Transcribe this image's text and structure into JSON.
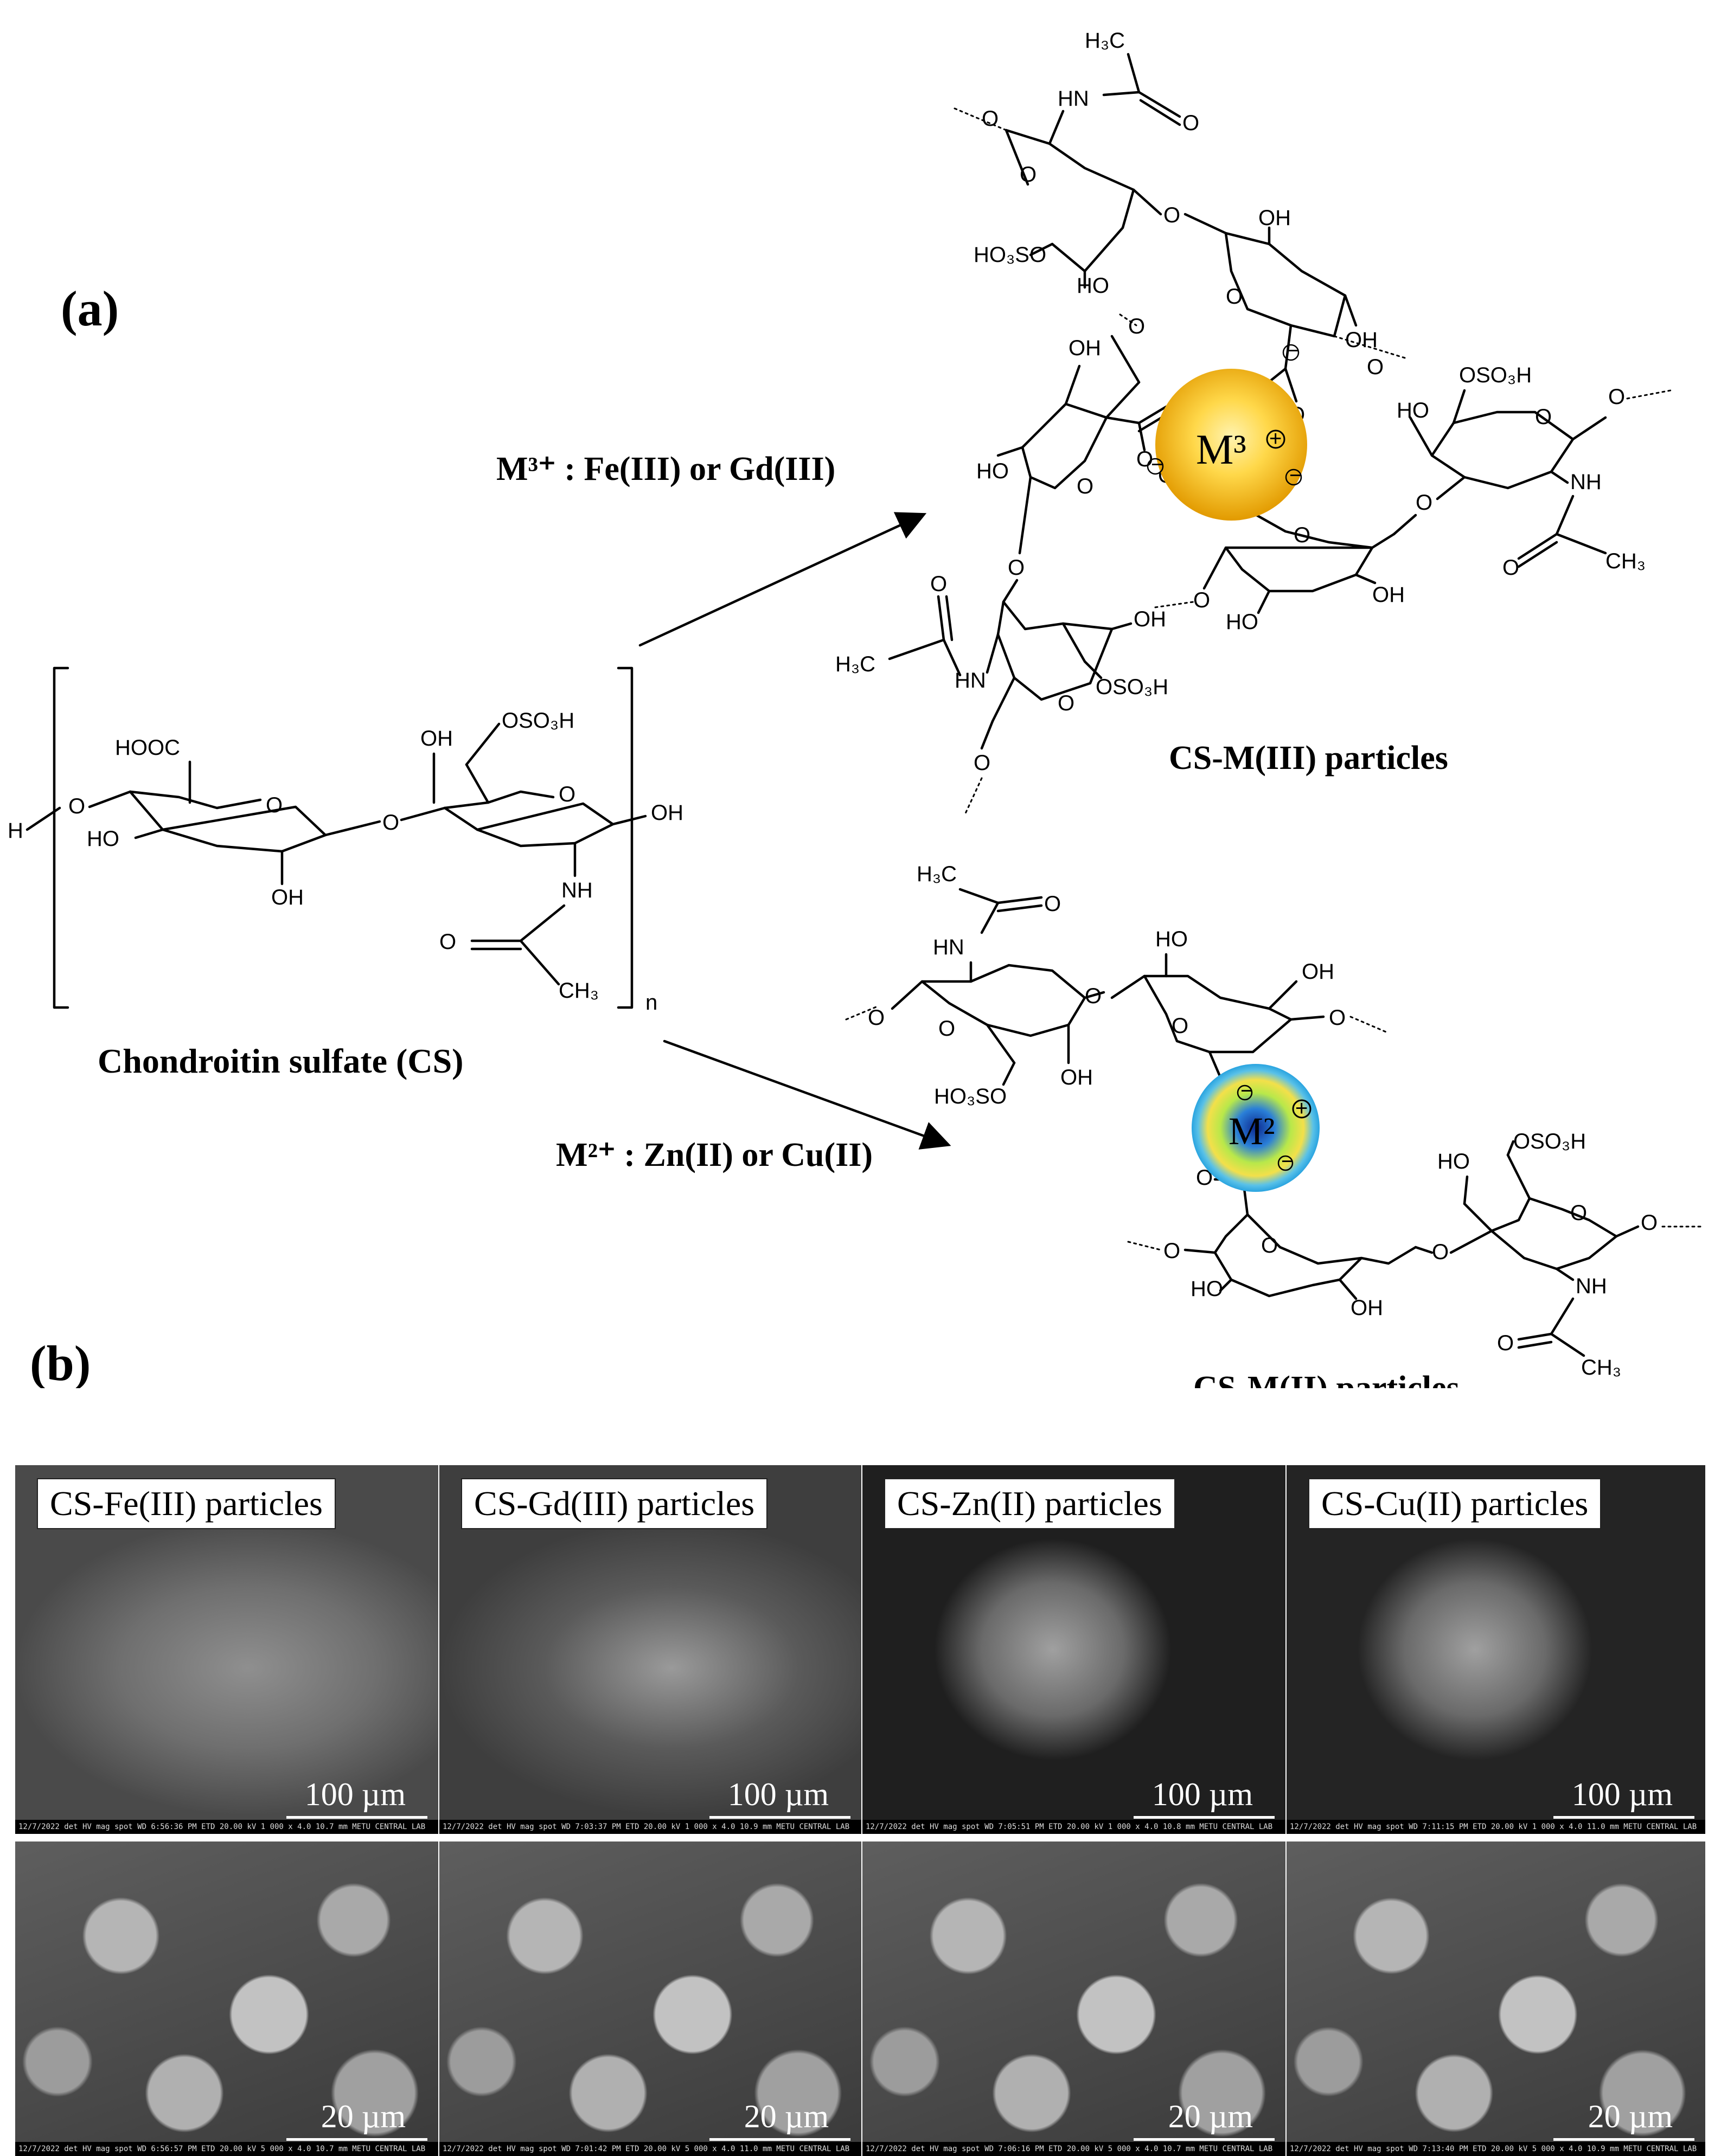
{
  "panel_a": {
    "label": "(a)",
    "monomer_name": "Chondroitin sulfate (CS)",
    "repeat_subscript": "n",
    "arrow_top_label": "M³⁺ : Fe(III) or Gd(III)",
    "arrow_bottom_label": "M²⁺ : Zn(II) or Cu(II)",
    "product_top_name": "CS-M(III) particles",
    "product_bottom_name": "CS-M(II) particles",
    "ion_top": "M³",
    "ion_bottom": "M²",
    "groups": {
      "ch3_top": "H₃C",
      "ch3": "CH₃",
      "hooc": "HOOC",
      "oso3h": "OSO₃H",
      "ho3so": "HO₃SO",
      "oh": "OH",
      "ho": "HO",
      "nh": "NH",
      "hn": "HN",
      "o": "O",
      "h": "H"
    },
    "colors": {
      "m3_outer": "#e8a600",
      "m3_inner": "#ffe98a",
      "m2_outer": "#3ab0e8",
      "m2_mid": "#c8e82a",
      "m2_inner": "#1b3fa8"
    }
  },
  "panel_b": {
    "label": "(b)",
    "columns": [
      {
        "title": "CS-Fe(III) particles",
        "scale_low": "100 µm",
        "scale_high": "20 µm",
        "meta_low": "12/7/2022  det  HV  mag  spot  WD   6:56:36 PM ETD 20.00 kV 1 000 x 4.0 10.7 mm   METU CENTRAL LAB",
        "meta_high": "12/7/2022  det  HV  mag  spot  WD   6:56:57 PM ETD 20.00 kV 5 000 x 4.0 10.7 mm   METU CENTRAL LAB"
      },
      {
        "title": "CS-Gd(III) particles",
        "scale_low": "100 µm",
        "scale_high": "20 µm",
        "meta_low": "12/7/2022  det  HV  mag  spot  WD   7:03:37 PM ETD 20.00 kV 1 000 x 4.0 10.9 mm   METU CENTRAL LAB",
        "meta_high": "12/7/2022  det  HV  mag  spot  WD   7:01:42 PM ETD 20.00 kV 5 000 x 4.0 11.0 mm   METU CENTRAL LAB"
      },
      {
        "title": "CS-Zn(II) particles",
        "scale_low": "100 µm",
        "scale_high": "20 µm",
        "meta_low": "12/7/2022  det  HV  mag  spot  WD   7:05:51 PM ETD 20.00 kV 1 000 x 4.0 10.8 mm   METU CENTRAL LAB",
        "meta_high": "12/7/2022  det  HV  mag  spot  WD   7:06:16 PM ETD 20.00 kV 5 000 x 4.0 10.7 mm   METU CENTRAL LAB"
      },
      {
        "title": "CS-Cu(II) particles",
        "scale_low": "100 µm",
        "scale_high": "20 µm",
        "meta_low": "12/7/2022  det  HV  mag  spot  WD   7:11:15 PM ETD 20.00 kV 1 000 x 4.0 11.0 mm   METU CENTRAL LAB",
        "meta_high": "12/7/2022  det  HV  mag  spot  WD   7:13:40 PM ETD 20.00 kV 5 000 x 4.0 10.9 mm   METU CENTRAL LAB"
      }
    ]
  }
}
